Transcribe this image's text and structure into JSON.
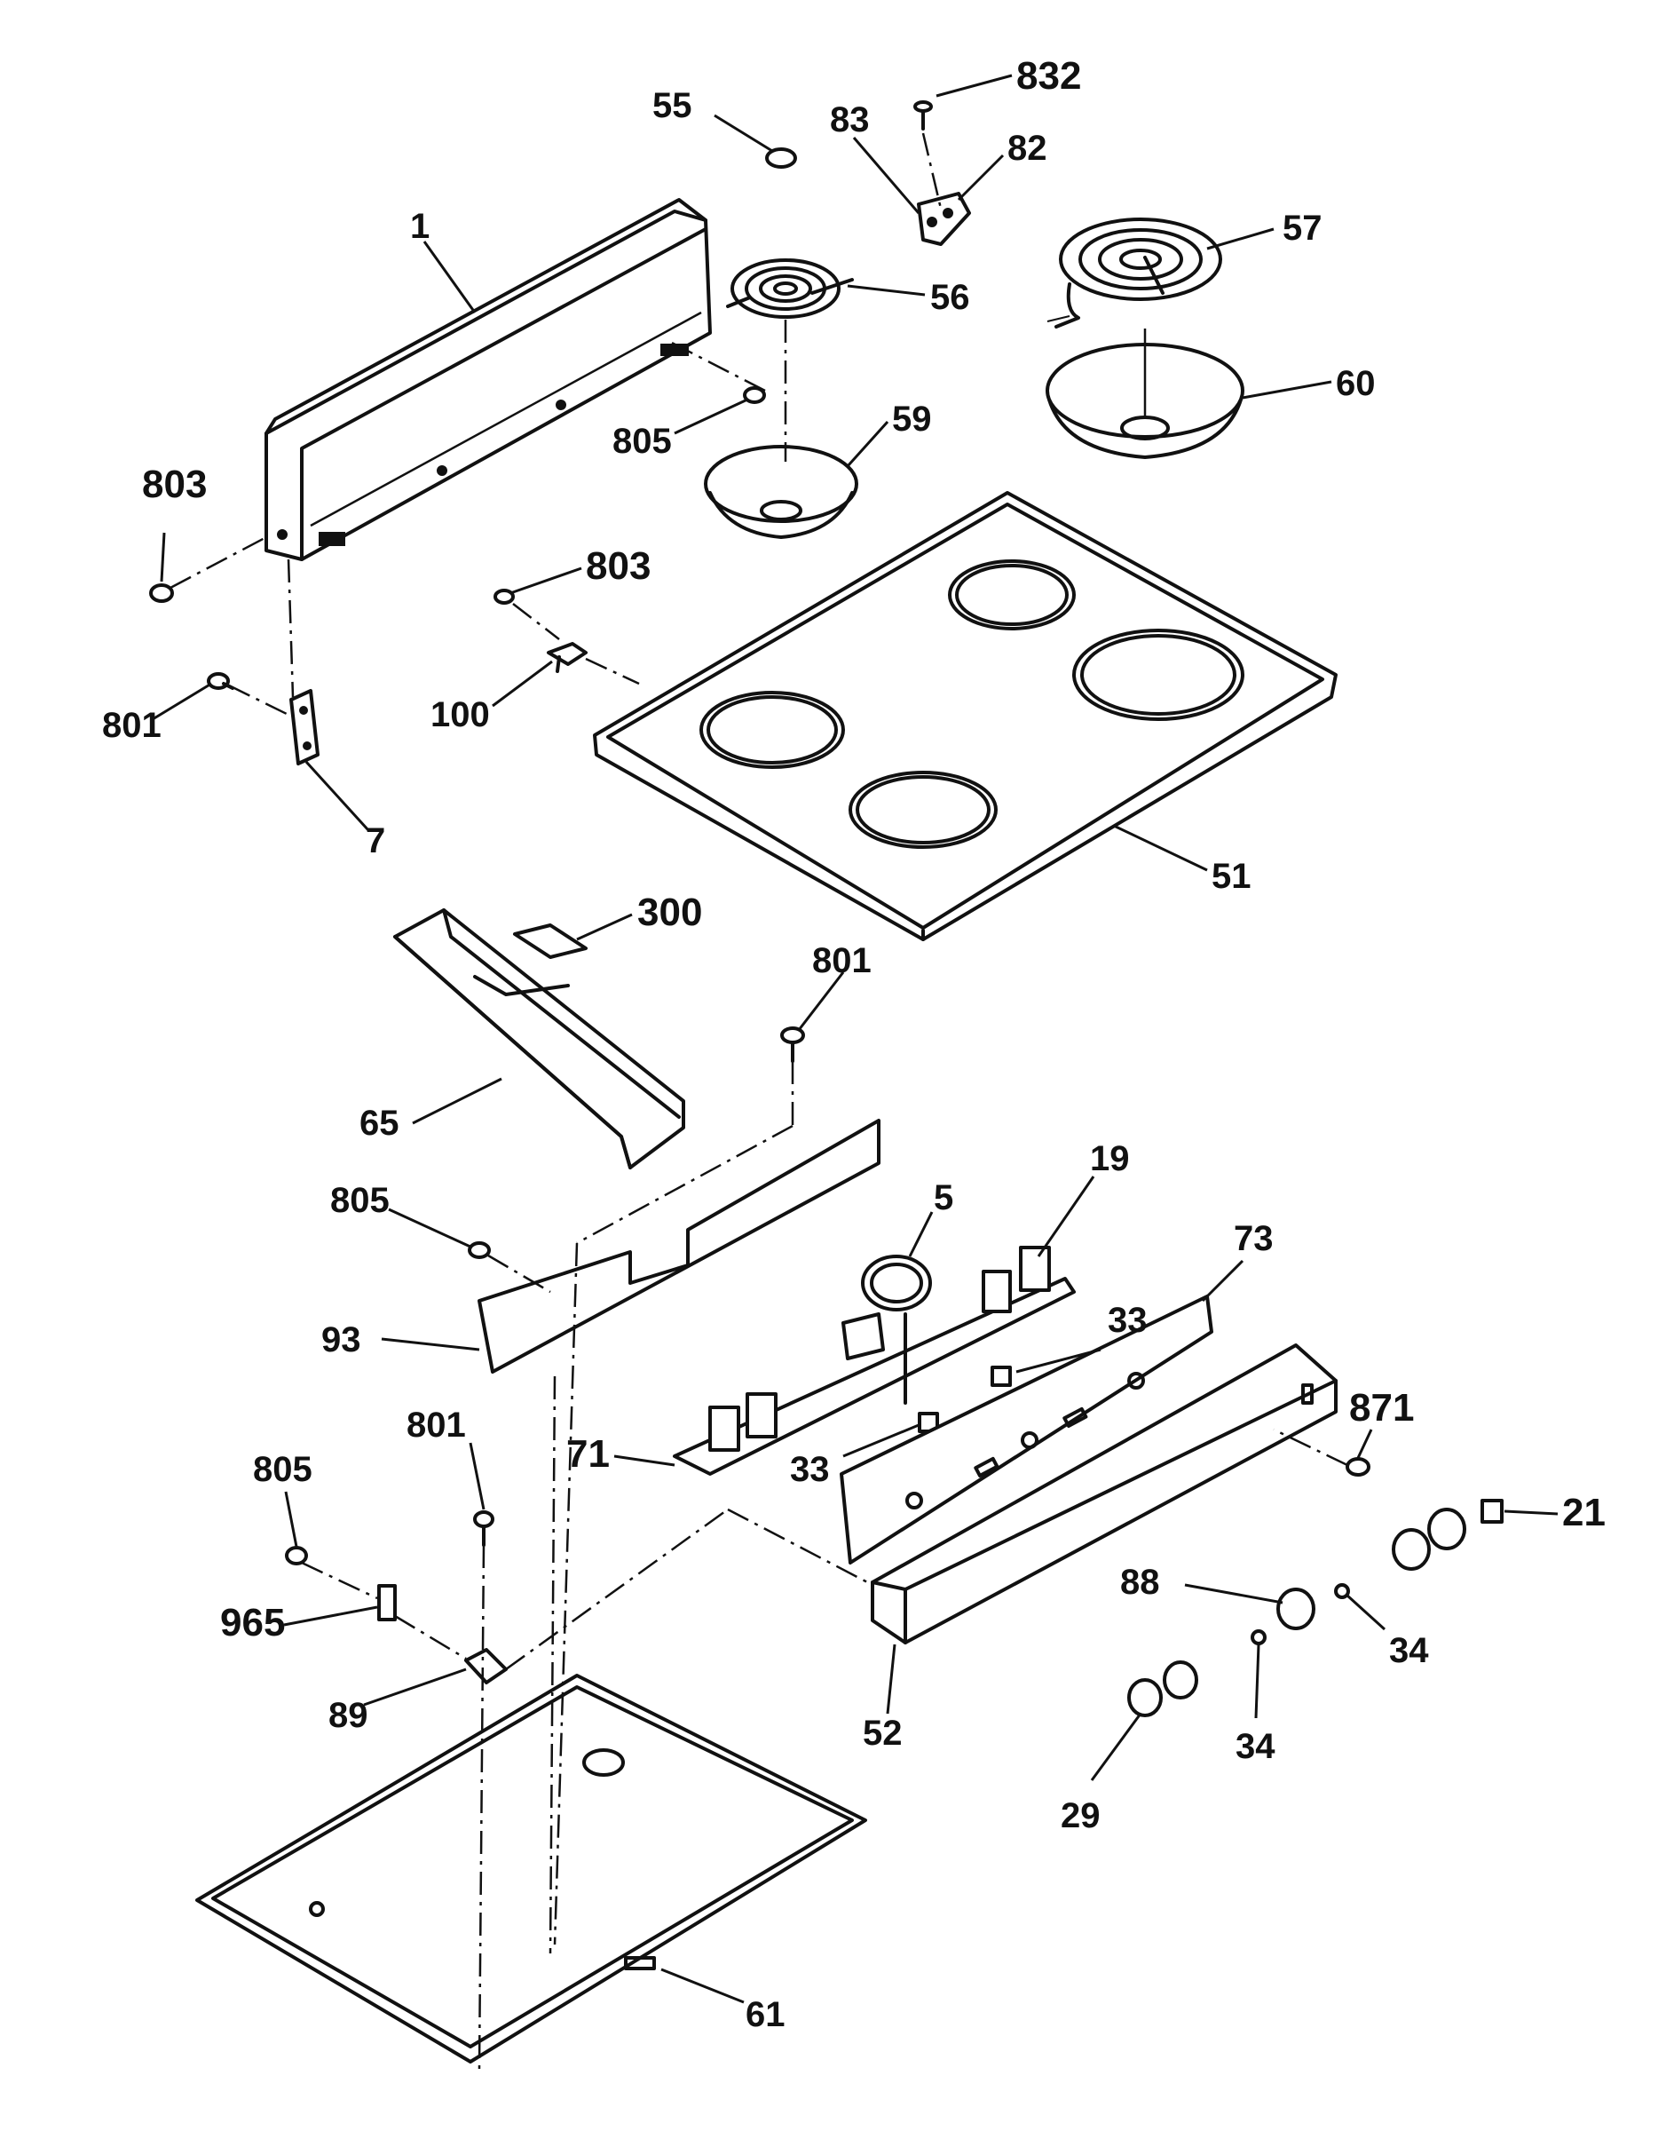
{
  "labels": {
    "p1": "1",
    "p5": "5",
    "p7": "7",
    "p19": "19",
    "p21": "21",
    "p29": "29",
    "p33a": "33",
    "p33b": "33",
    "p34a": "34",
    "p34b": "34",
    "p51": "51",
    "p52": "52",
    "p55": "55",
    "p56": "56",
    "p57": "57",
    "p59": "59",
    "p60": "60",
    "p61": "61",
    "p65": "65",
    "p71": "71",
    "p73": "73",
    "p82": "82",
    "p83": "83",
    "p88": "88",
    "p89": "89",
    "p93": "93",
    "p100": "100",
    "p300": "300",
    "p801a": "801",
    "p801b": "801",
    "p801c": "801",
    "p803a": "803",
    "p803b": "803",
    "p805a": "805",
    "p805b": "805",
    "p805c": "805",
    "p832": "832",
    "p871": "871",
    "p965": "965"
  }
}
